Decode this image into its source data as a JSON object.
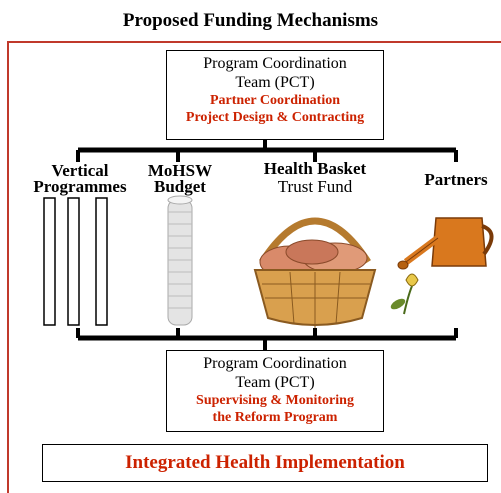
{
  "title": "Proposed Funding Mechanisms",
  "top_box": {
    "line1": "Program Coordination",
    "line2": "Team (PCT)",
    "red1": "Partner Coordination",
    "red2": "Project Design & Contracting"
  },
  "columns": {
    "vertical_line1": "Vertical",
    "vertical_line2": "Programmes",
    "mohsw_line1": "MoHSW",
    "mohsw_line2": "Budget",
    "basket_line1": "Health Basket",
    "basket_line2": "Trust Fund",
    "partners": "Partners"
  },
  "bottom_pct": {
    "line1": "Program Coordination",
    "line2": "Team (PCT)",
    "red1": "Supervising & Monitoring",
    "red2": "the Reform Program"
  },
  "integrated": "Integrated Health Implementation",
  "colors": {
    "accent_red": "#cc2200",
    "border_red": "#c0392b"
  }
}
